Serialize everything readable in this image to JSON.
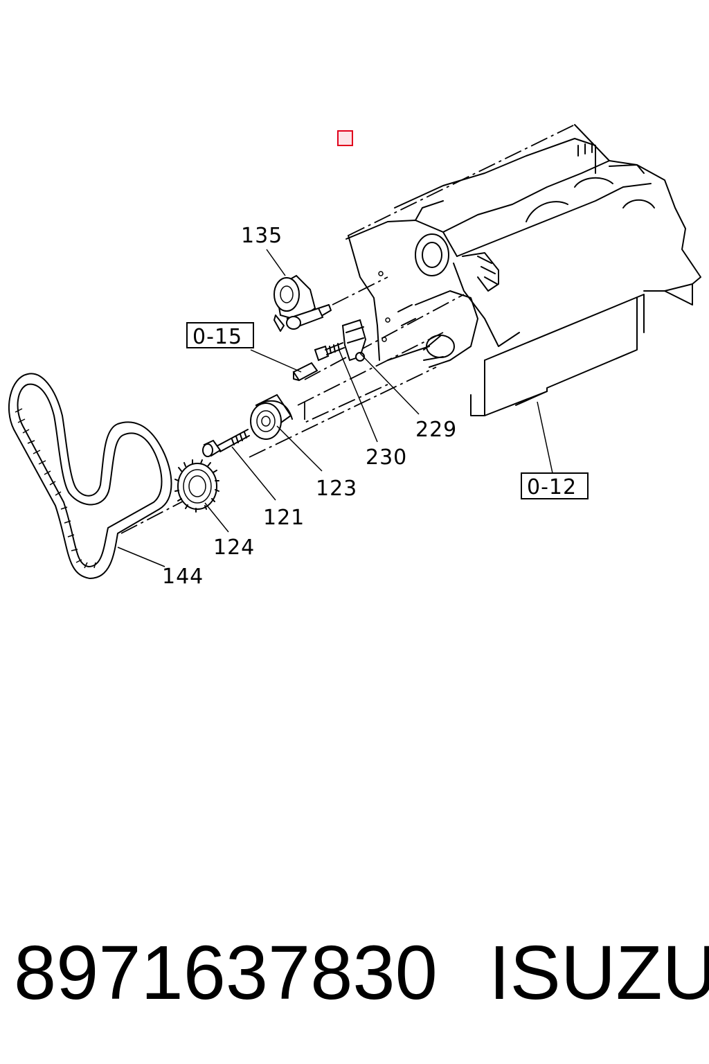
{
  "callouts": {
    "p135": "135",
    "p229": "229",
    "p230": "230",
    "p123": "123",
    "p121": "121",
    "p124": "124",
    "p144": "144"
  },
  "refs": {
    "r015": "0-15",
    "r012": "0-12"
  },
  "footer": {
    "part_number": "8971637830",
    "brand": "ISUZU"
  },
  "colors": {
    "marker": "#e0001b",
    "marker_fill": "#fde4e8",
    "ink": "#000000"
  }
}
